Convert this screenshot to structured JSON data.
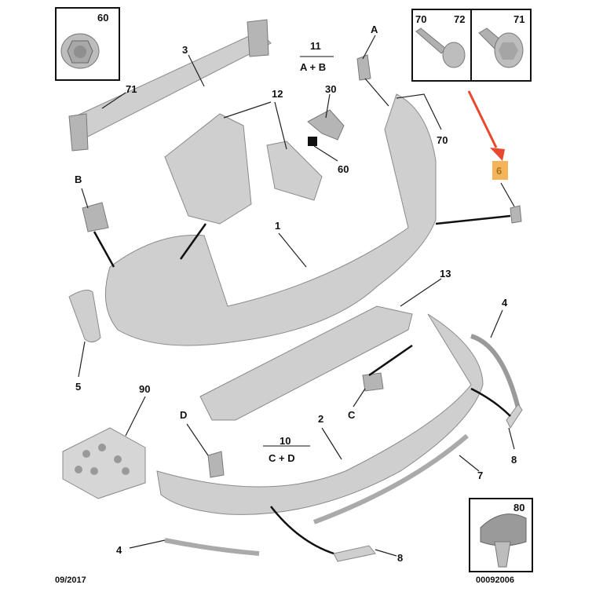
{
  "diagram": {
    "title": "Rear bumper parts diagram",
    "date": "09/2017",
    "reference": "00092006",
    "colors": {
      "highlight": "#f5b35a",
      "arrow": "#e8482c",
      "part": "#cfcfcf"
    },
    "insets": {
      "fastener_60": "60",
      "bolt_70": "70",
      "bolt_72": "72",
      "screw_71": "71",
      "clip_80": "80"
    },
    "callouts": {
      "bumper_1": "1",
      "lower_2": "2",
      "reinforcement_3": "3",
      "trim_4_right": "4",
      "trim_4_left": "4",
      "reflector_5": "5",
      "bracket_6": "6",
      "strip_7": "7",
      "reflector_8_right": "8",
      "reflector_8_left": "8",
      "kit_10": "10",
      "kit_10_sub": "C + D",
      "kit_11": "11",
      "kit_11_sub": "A + B",
      "brackets_12": "12",
      "absorber_13": "13",
      "bracket_30": "30",
      "nut_60": "60",
      "screw_70": "70",
      "screw_71": "71",
      "kit_90": "90",
      "ref_A": "A",
      "ref_B": "B",
      "ref_C": "C",
      "ref_D": "D"
    }
  }
}
